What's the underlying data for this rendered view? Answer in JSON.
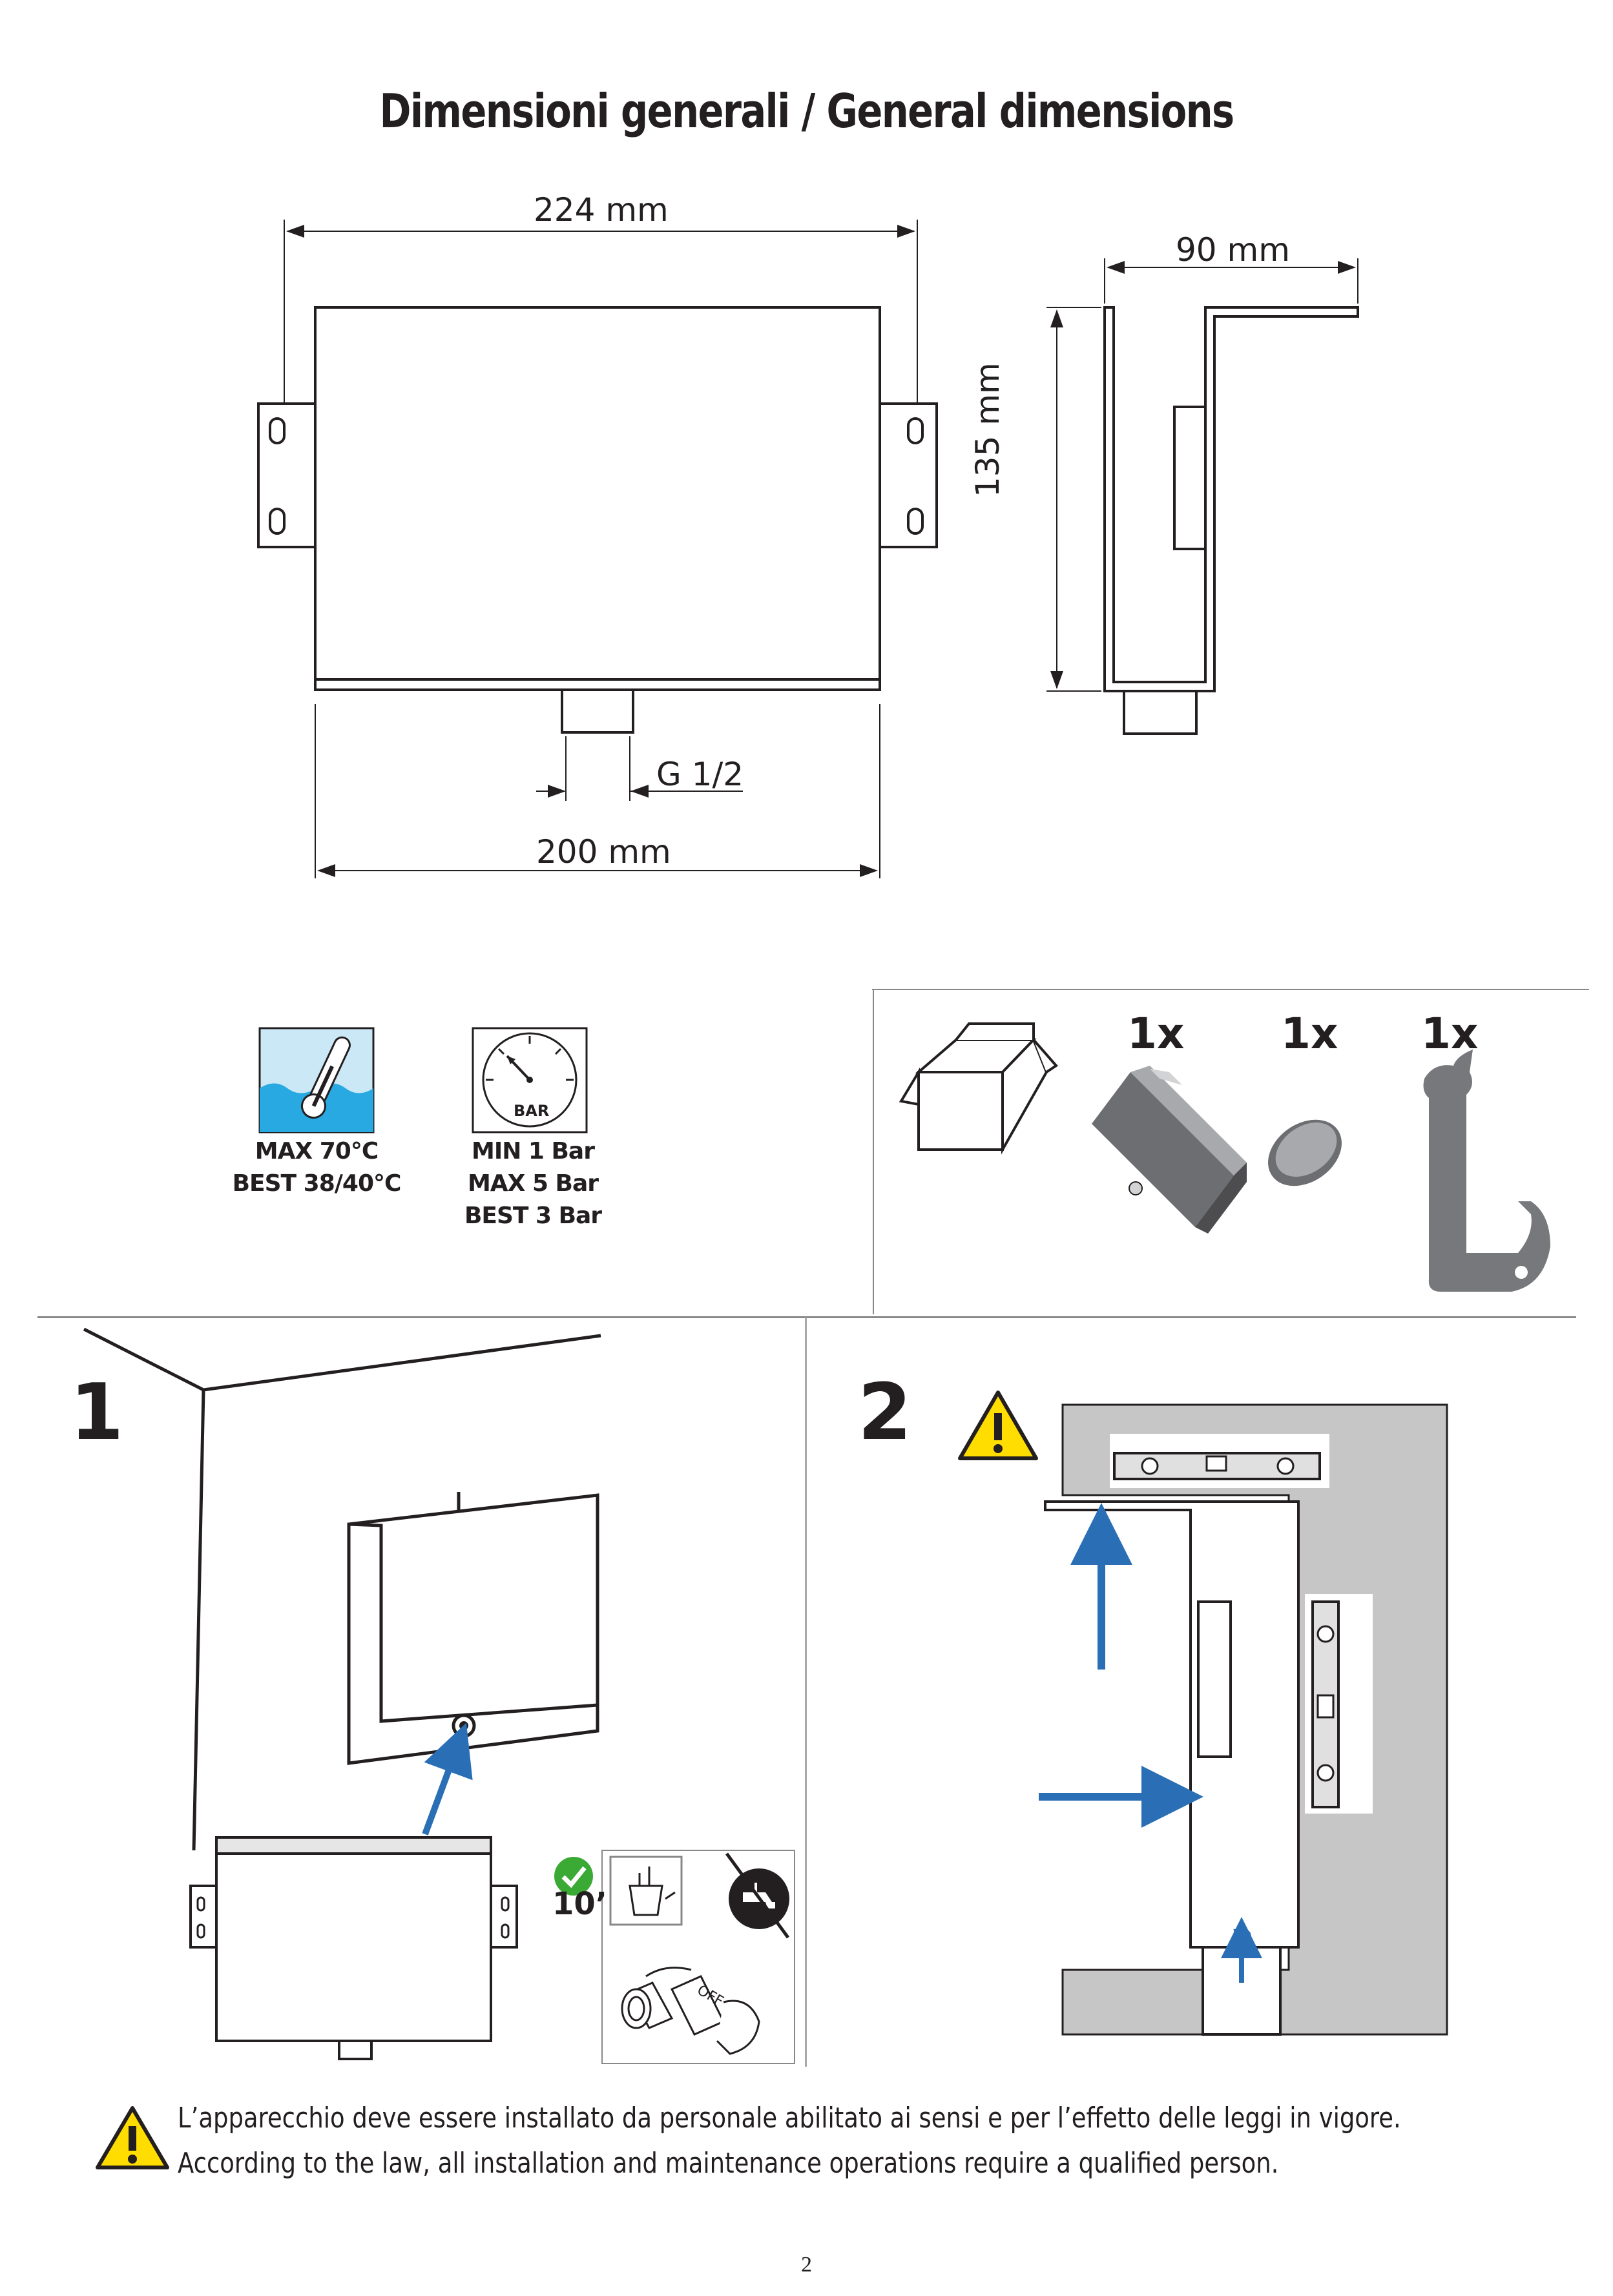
{
  "title": "Dimensioni generali / General dimensions",
  "dimensions": {
    "front_width_top": "224 mm",
    "front_width_bottom": "200 mm",
    "thread": "G 1/2",
    "side_depth": "90 mm",
    "side_height": "135 mm"
  },
  "specs": {
    "temperature": {
      "line1": "MAX 70°C",
      "line2": "BEST 38/40°C"
    },
    "pressure": {
      "gauge_label": "BAR",
      "line1": "MIN 1 Bar",
      "line2": "MAX 5 Bar",
      "line3": "BEST 3 Bar"
    }
  },
  "contents": {
    "qty_bracket": "1x",
    "qty_cap": "1x",
    "qty_key": "1x"
  },
  "steps": {
    "step1": {
      "number": "1",
      "flush_time": "10’",
      "valve_label": "OFF"
    },
    "step2": {
      "number": "2"
    }
  },
  "notice": {
    "line_it": "L’apparecchio deve essere installato da personale abilitato ai sensi e per l’effetto delle leggi in vigore.",
    "line_en": "According to the law, all installation and maintenance operations require a qualified person."
  },
  "page_number": "2",
  "colors": {
    "arrow_blue": "#2a6fb5",
    "warning_yellow": "#ffdd00",
    "wall_gray": "#c6c6c6",
    "water_blue": "#29a9e1",
    "ok_green": "#3aaa35"
  }
}
